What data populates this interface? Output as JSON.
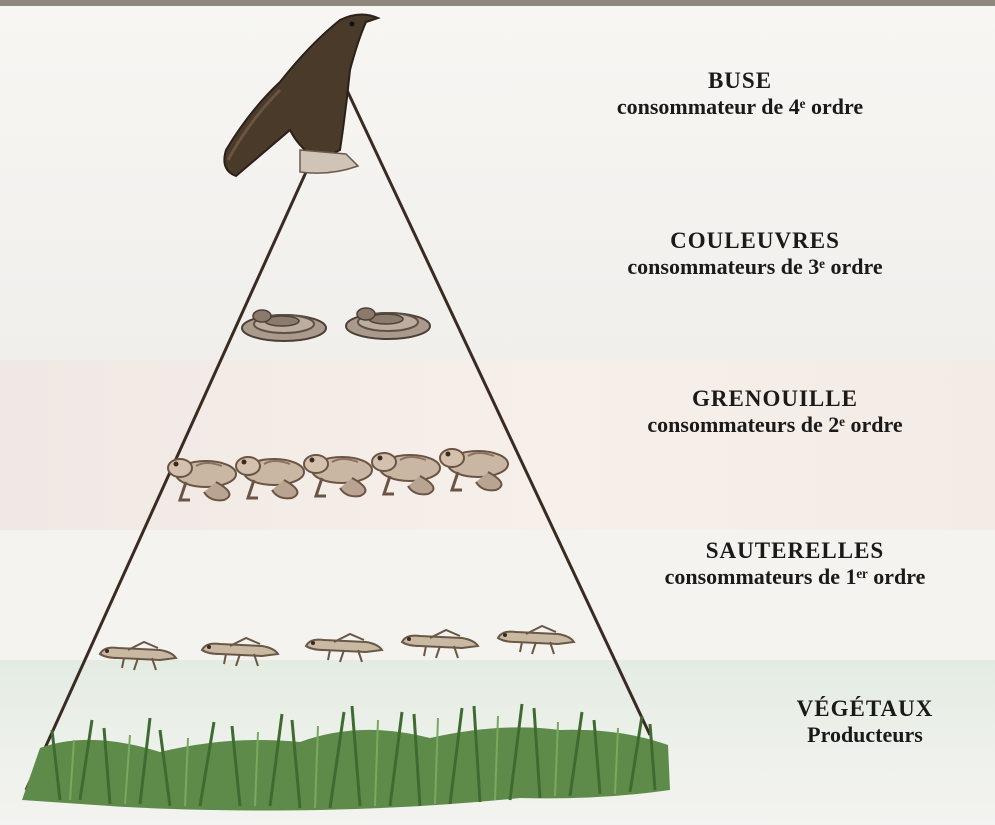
{
  "levels": [
    {
      "name": "BUSE",
      "role": "consommateur de 4ᵉ ordre"
    },
    {
      "name": "COULEUVRES",
      "role": "consommateurs de 3ᵉ ordre"
    },
    {
      "name": "GRENOUILLE",
      "role": "consommateurs de 2ᵉ ordre"
    },
    {
      "name": "SAUTERELLES",
      "role": "consommateurs de 1ᵉʳ ordre"
    },
    {
      "name": "VÉGÉTAUX",
      "role": "Producteurs"
    }
  ],
  "icons": {
    "apex": "buzzard-icon",
    "level3": "snake-icon",
    "level2": "frog-icon",
    "level1": "grasshopper-icon",
    "base": "grass-icon"
  },
  "colors": {
    "text": "#1b1a1a",
    "pyramid_line": "#3b2a22",
    "grass": "#4f7a3e",
    "buzzard": "#4a3a2a"
  }
}
